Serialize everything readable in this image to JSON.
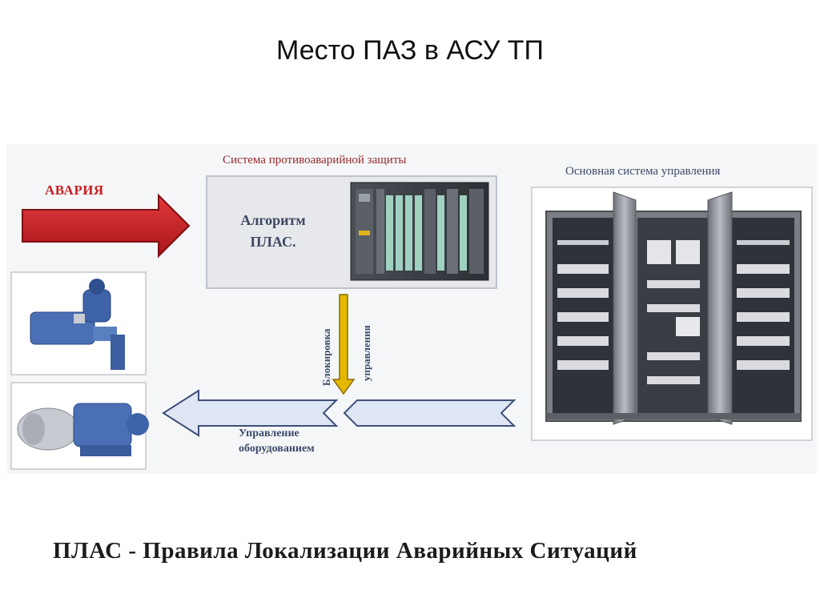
{
  "title": "Место ПАЗ в АСУ ТП",
  "diagram": {
    "psa_system_title": "Система противоаварийной защиты",
    "main_control_title": "Основная система управления",
    "accident_label": "АВАРИЯ",
    "algorithm_label": "Алгоритм ПЛАС.",
    "blocking_label": "Блокировка",
    "control_label": "управления",
    "equipment_control_label": "Управление оборудованием"
  },
  "footnote": "ПЛАС - Правила Локализации Аварийных Ситуаций",
  "colors": {
    "accident_arrow": "#cc2127",
    "blocking_arrow": "#e6b800",
    "flow_arrow_fill": "#dfe6f3",
    "flow_arrow_stroke": "#3f4f7a",
    "cabinet_frame": "#8e9199",
    "equipment_blue": "#4a6fb4"
  }
}
